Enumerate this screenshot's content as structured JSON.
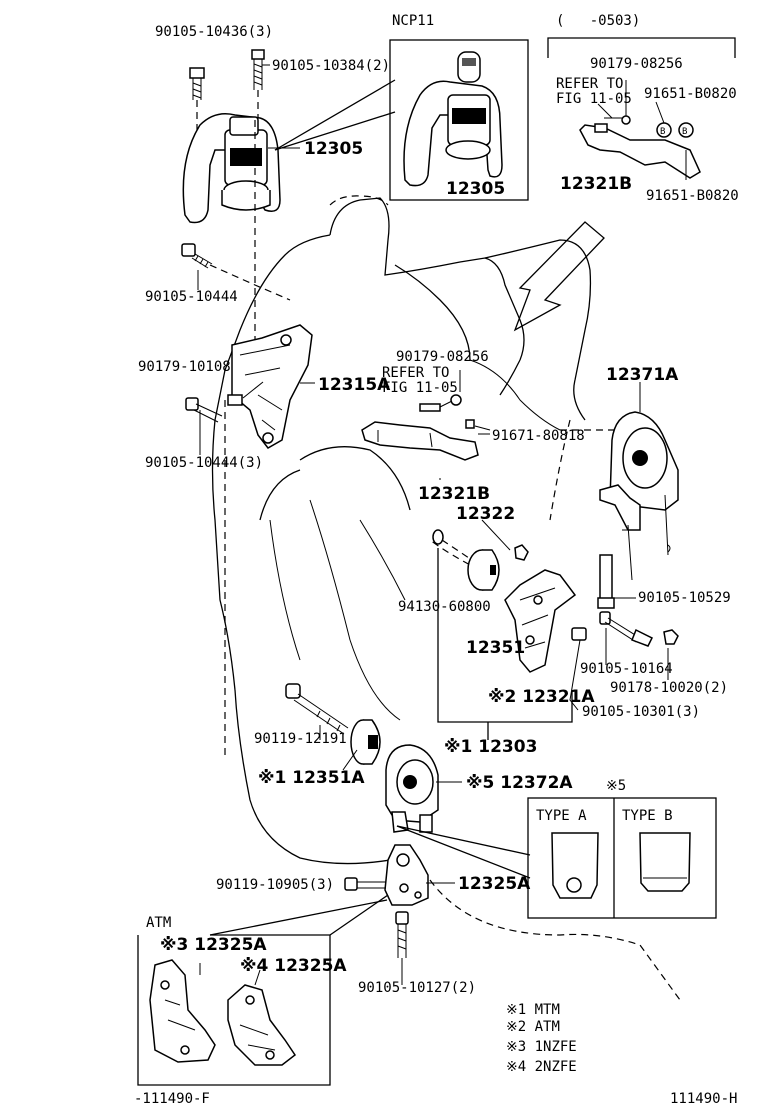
{
  "labels": {
    "p90105_10436": "90105-10436(3)",
    "p90105_10384": "90105-10384(2)",
    "ncp11": "NCP11",
    "date_range": "(   -0503)",
    "p12305_a": "12305",
    "p12305_b": "12305",
    "p90179_08256_a": "90179-08256",
    "refer_to_a": "REFER TO",
    "fig_a": "FIG 11-05",
    "p91651_b0820_a": "91651-B0820",
    "p12321b_a": "12321B",
    "p91651_b0820_b": "91651-B0820",
    "p90105_10444_a": "90105-10444",
    "p90179_10108": "90179-10108",
    "p12315a": "12315A",
    "p90179_08256_b": "90179-08256",
    "refer_to_b": "REFER TO",
    "fig_b": "FIG 11-05",
    "p12371a": "12371A",
    "p91671_80818": "91671-80818",
    "p90105_10444_b": "90105-10444(3)",
    "p12321b_b": "12321B",
    "p12322": "12322",
    "p94130_60800": "94130-60800",
    "p90105_10529": "90105-10529",
    "p12351": "12351",
    "p90105_10164": "90105-10164",
    "p90178_10020": "90178-10020(2)",
    "p12321a": "※2 12321A",
    "p90105_10301": "90105-10301(3)",
    "p90119_12191": "90119-12191",
    "p12303": "※1 12303",
    "p12351a": "※1 12351A",
    "p12372a": "※5 12372A",
    "note5": "※5",
    "type_a": "TYPE A",
    "type_b": "TYPE B",
    "p90119_10905": "90119-10905(3)",
    "p12325a": "12325A",
    "atm_title": "ATM",
    "p12325a_3": "※3 12325A",
    "p12325a_4": "※4 12325A",
    "p90105_10127": "90105-10127(2)",
    "fig_left": "-111490-F",
    "fig_right": "111490-H"
  },
  "legend": [
    "※1 MTM",
    "※2 ATM",
    "※3 1NZFE",
    "※4 2NZFE"
  ]
}
